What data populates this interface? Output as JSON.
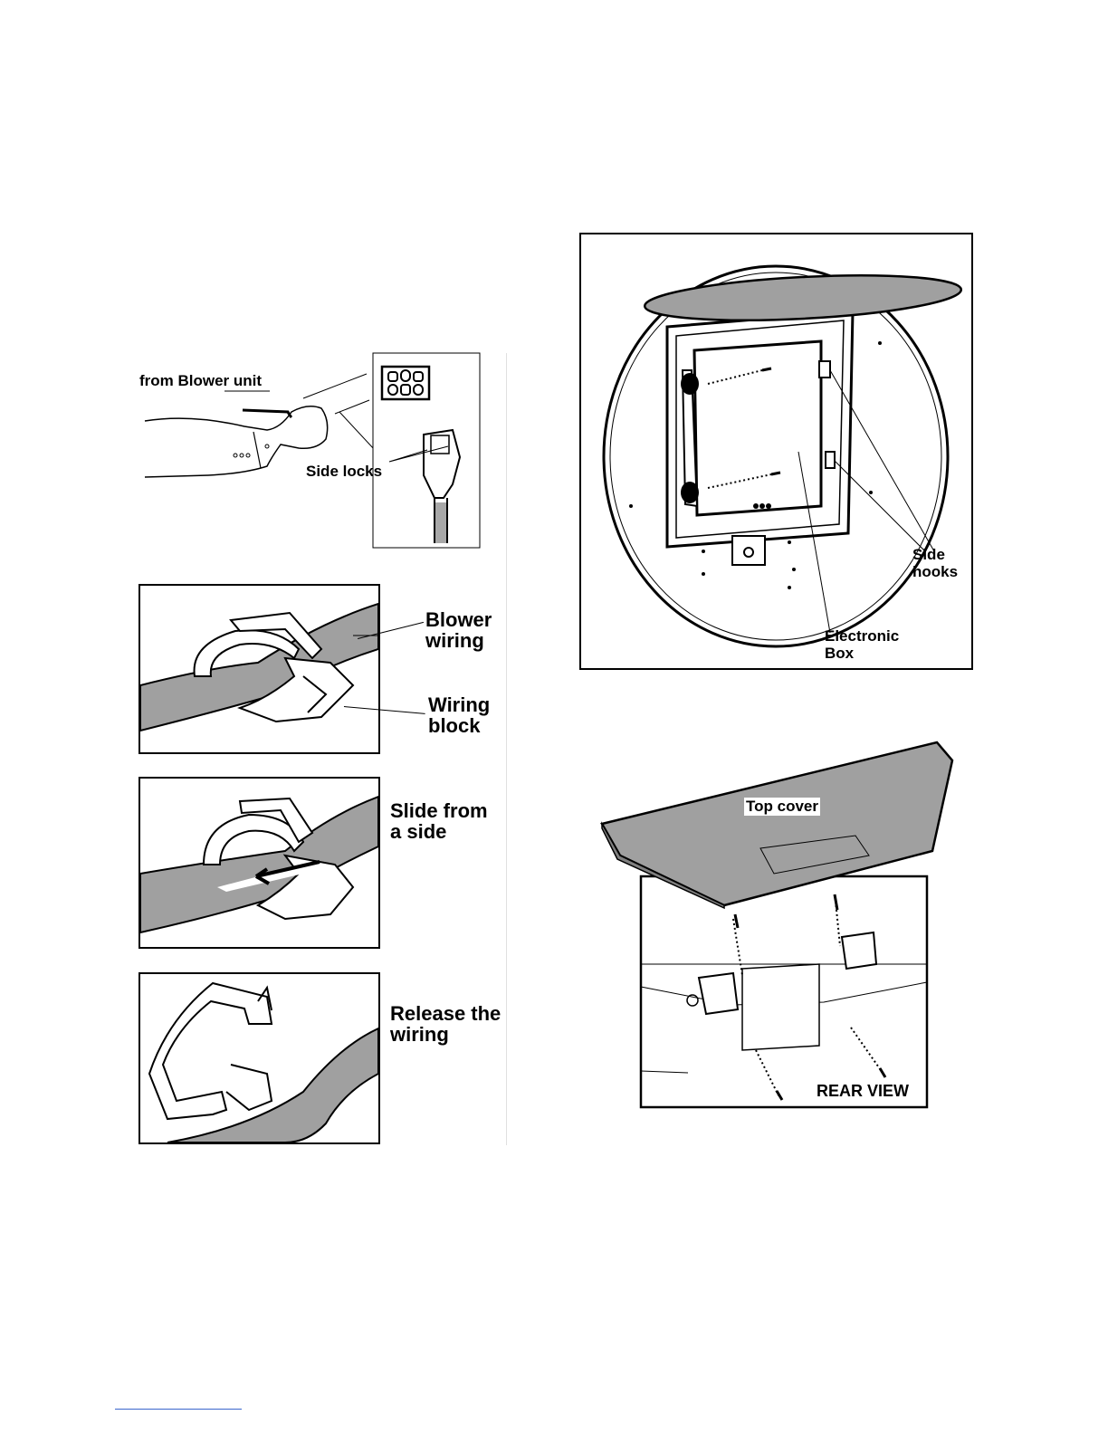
{
  "figure_connector": {
    "label_from": "from Blower unit",
    "label_side_locks": "Side locks"
  },
  "figure_blower_wiring": {
    "label_blower": "Blower\nwiring",
    "label_block": "Wiring\nblock"
  },
  "figure_slide": {
    "label": "Slide from\na side"
  },
  "figure_release": {
    "label": "Release the\nwiring"
  },
  "figure_electronic_box": {
    "label_side_hooks": "Side\nhooks",
    "label_box": "Electronic\nBox"
  },
  "figure_top_cover": {
    "label_top_cover": "Top cover",
    "label_rear_view": "REAR VIEW"
  }
}
